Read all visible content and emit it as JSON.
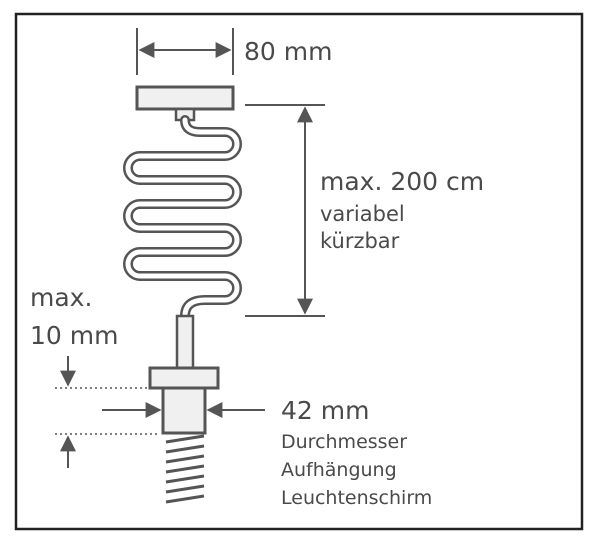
{
  "labels": {
    "canopy_width": "80 mm",
    "cable_length": "max. 200 cm",
    "cable_note_1": "variabel",
    "cable_note_2": "kürzbar",
    "gap_line_1": "max.",
    "gap_line_2": "10 mm",
    "holder_diameter": "42 mm",
    "holder_note_1": "Durchmesser",
    "holder_note_2": "Aufhängung",
    "holder_note_3": "Leuchtenschirm"
  },
  "colors": {
    "stroke": "#555555",
    "fill_light": "#f0f0f0",
    "text": "#4a4a4a",
    "frame": "#222222"
  }
}
